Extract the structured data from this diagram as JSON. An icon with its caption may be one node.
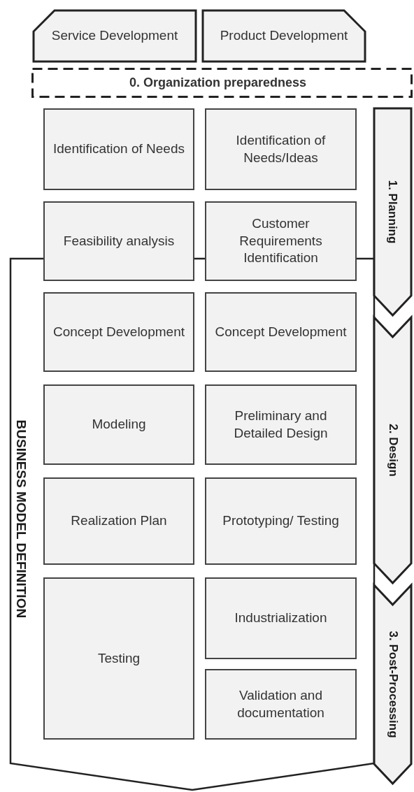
{
  "diagram": {
    "nodes": [
      {
        "text": [
          "Service Development"
        ]
      },
      {
        "text": [
          "Product Development"
        ]
      },
      {
        "text": [
          "0. Organization preparedness"
        ]
      },
      {
        "text": [
          "Identification of Needs"
        ]
      },
      {
        "text": [
          "Identification of Needs/Ideas"
        ]
      },
      {
        "text": [
          "Feasibility analysis"
        ]
      },
      {
        "text": [
          "Customer Requirements Identification"
        ]
      },
      {
        "text": [
          "BUSINESS MODEL DEFINITION"
        ]
      },
      {
        "text": [
          "Concept Development"
        ],
        "in": 7
      },
      {
        "text": [
          "Concept Development"
        ],
        "in": 7
      },
      {
        "text": [
          "Modeling"
        ],
        "in": 7
      },
      {
        "text": [
          "Preliminary and Detailed Design"
        ],
        "in": 7
      },
      {
        "text": [
          "Realization Plan"
        ],
        "in": 7
      },
      {
        "text": [
          "Prototyping/ Testing"
        ],
        "in": 7
      },
      {
        "text": [
          "Testing"
        ],
        "in": 7
      },
      {
        "text": [
          "Industrialization"
        ],
        "in": 7
      },
      {
        "text": [
          "Validation and documentation"
        ],
        "in": 7
      },
      {
        "text": [
          "1. Planning"
        ]
      },
      {
        "text": [
          "2. Design"
        ]
      },
      {
        "text": [
          "3. Post-Processing"
        ]
      }
    ],
    "edges": []
  }
}
